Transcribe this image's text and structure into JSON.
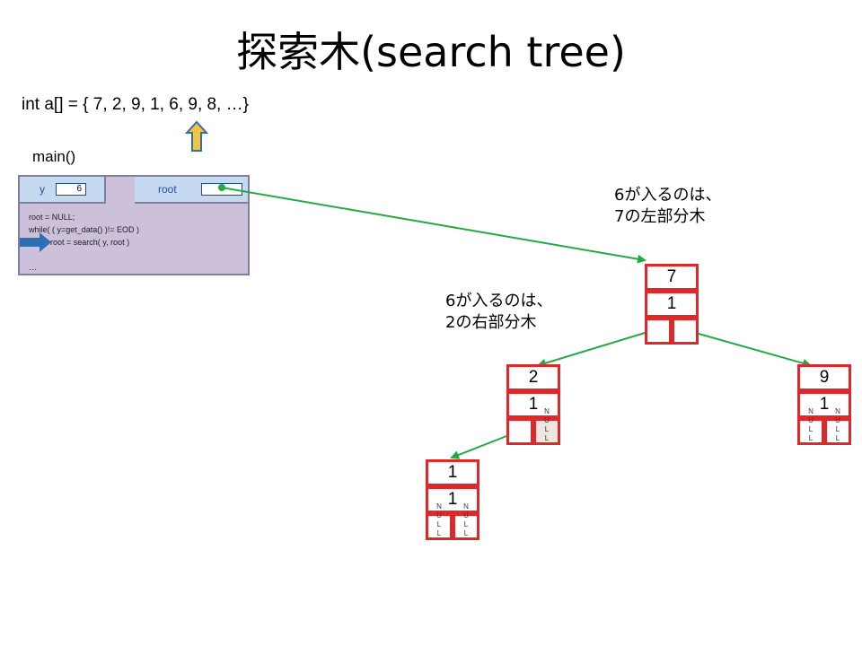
{
  "title": "探索木(search tree)",
  "array_line": "int a[] = { 7, 2, 9, 1, 6, 9, 8, …}",
  "main_label": "main()",
  "frame": {
    "var_y_label": "y",
    "var_y_value": "6",
    "var_root_label": "root",
    "code_lines": [
      "root = NULL;",
      "while( ( y=get_data() )!= EOD )",
      "root = search( y, root )",
      "…"
    ]
  },
  "nodes": {
    "n7": {
      "value": "7",
      "count": "1"
    },
    "n2": {
      "value": "2",
      "count": "1",
      "right_null": "NULL"
    },
    "n9": {
      "value": "9",
      "count": "1",
      "left_null": "NULL",
      "right_null": "NULL"
    },
    "n1": {
      "value": "1",
      "count": "1",
      "left_null": "NULL",
      "right_null": "NULL"
    }
  },
  "notes": {
    "left_of_7": {
      "line1": "6が入るのは、",
      "line2": "7の左部分木"
    },
    "right_of_2": {
      "line1": "6が入るのは、",
      "line2": "2の右部分木"
    }
  },
  "colors": {
    "link_green": "#22aa44",
    "node_red": "#e0282a",
    "frame_purple": "#ccc0da",
    "var_blue": "#c5d9f1",
    "arrow_yellow": "#f5c342",
    "arrow_blue": "#2e6fb3"
  },
  "icons": {
    "up_arrow": "up-arrow-icon",
    "right_arrow": "right-arrow-icon"
  }
}
